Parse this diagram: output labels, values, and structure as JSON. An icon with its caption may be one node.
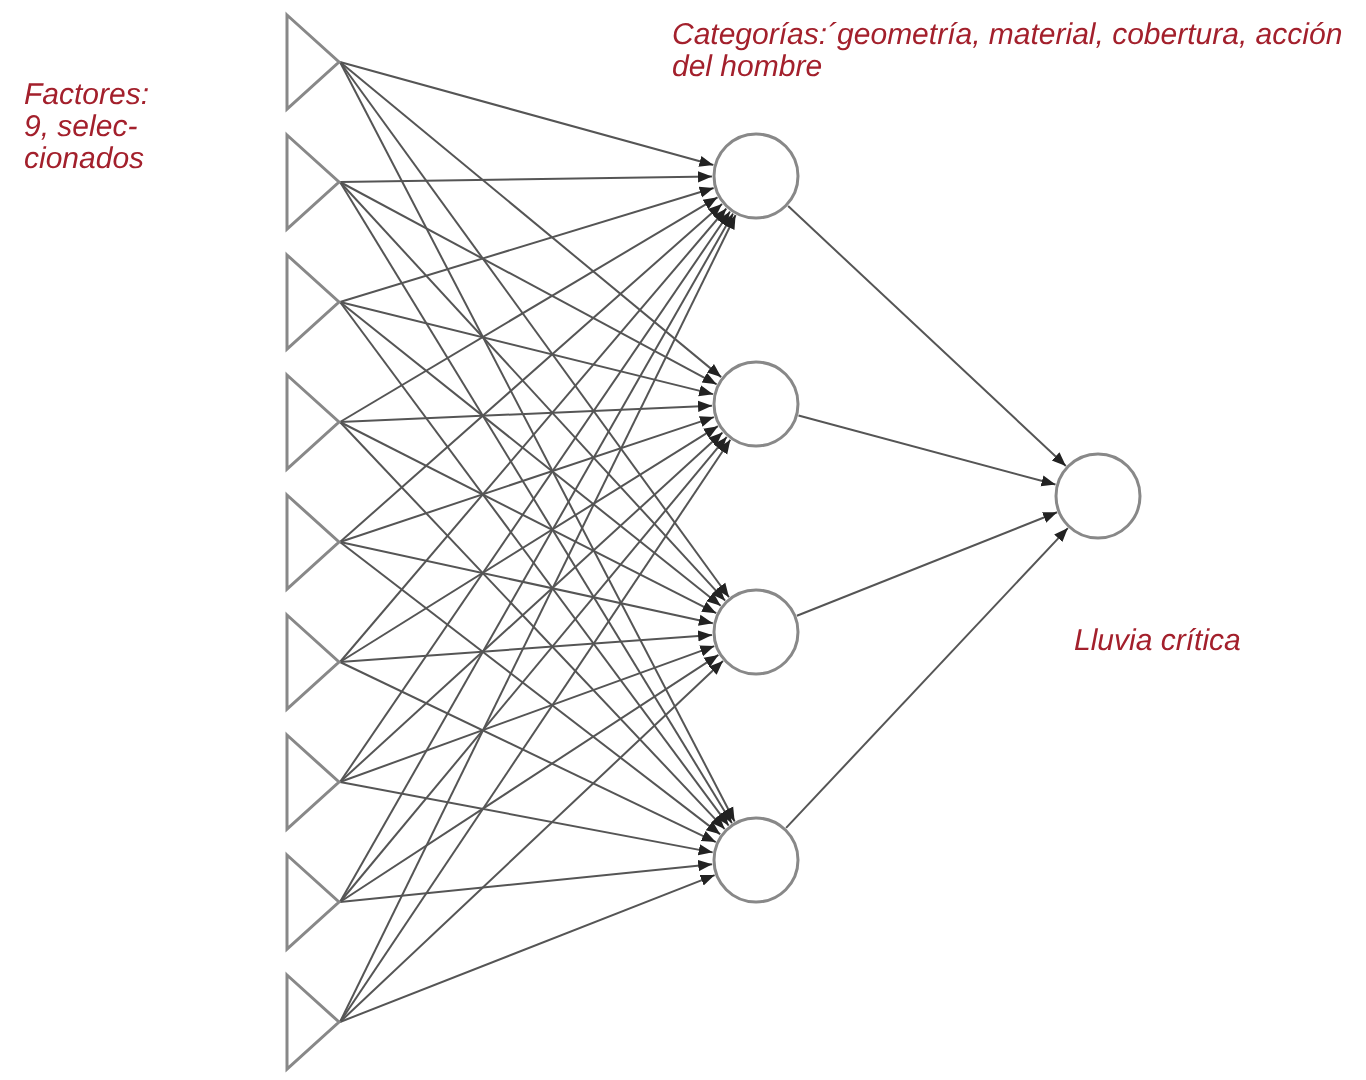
{
  "diagram": {
    "nodes": [
      {
        "text": [],
        "shape": "triangle"
      },
      {
        "text": [],
        "shape": "triangle"
      },
      {
        "text": [],
        "shape": "triangle"
      },
      {
        "text": [],
        "shape": "triangle"
      },
      {
        "text": [],
        "shape": "triangle"
      },
      {
        "text": [],
        "shape": "triangle"
      },
      {
        "text": [],
        "shape": "triangle"
      },
      {
        "text": [],
        "shape": "triangle"
      },
      {
        "text": [],
        "shape": "triangle"
      },
      {
        "text": [],
        "shape": "circle"
      },
      {
        "text": [],
        "shape": "circle"
      },
      {
        "text": [],
        "shape": "circle"
      },
      {
        "text": [],
        "shape": "circle"
      },
      {
        "text": [],
        "shape": "circle"
      }
    ],
    "edges": [
      {
        "from": 0,
        "to": 9,
        "arrow": "to"
      },
      {
        "from": 0,
        "to": 10,
        "arrow": "to"
      },
      {
        "from": 0,
        "to": 11,
        "arrow": "to"
      },
      {
        "from": 0,
        "to": 12,
        "arrow": "to"
      },
      {
        "from": 1,
        "to": 9,
        "arrow": "to"
      },
      {
        "from": 1,
        "to": 10,
        "arrow": "to"
      },
      {
        "from": 1,
        "to": 11,
        "arrow": "to"
      },
      {
        "from": 1,
        "to": 12,
        "arrow": "to"
      },
      {
        "from": 2,
        "to": 9,
        "arrow": "to"
      },
      {
        "from": 2,
        "to": 10,
        "arrow": "to"
      },
      {
        "from": 2,
        "to": 11,
        "arrow": "to"
      },
      {
        "from": 2,
        "to": 12,
        "arrow": "to"
      },
      {
        "from": 3,
        "to": 9,
        "arrow": "to"
      },
      {
        "from": 3,
        "to": 10,
        "arrow": "to"
      },
      {
        "from": 3,
        "to": 11,
        "arrow": "to"
      },
      {
        "from": 3,
        "to": 12,
        "arrow": "to"
      },
      {
        "from": 4,
        "to": 9,
        "arrow": "to"
      },
      {
        "from": 4,
        "to": 10,
        "arrow": "to"
      },
      {
        "from": 4,
        "to": 11,
        "arrow": "to"
      },
      {
        "from": 4,
        "to": 12,
        "arrow": "to"
      },
      {
        "from": 5,
        "to": 9,
        "arrow": "to"
      },
      {
        "from": 5,
        "to": 10,
        "arrow": "to"
      },
      {
        "from": 5,
        "to": 11,
        "arrow": "to"
      },
      {
        "from": 5,
        "to": 12,
        "arrow": "to"
      },
      {
        "from": 6,
        "to": 9,
        "arrow": "to"
      },
      {
        "from": 6,
        "to": 10,
        "arrow": "to"
      },
      {
        "from": 6,
        "to": 11,
        "arrow": "to"
      },
      {
        "from": 6,
        "to": 12,
        "arrow": "to"
      },
      {
        "from": 7,
        "to": 9,
        "arrow": "to"
      },
      {
        "from": 7,
        "to": 10,
        "arrow": "to"
      },
      {
        "from": 7,
        "to": 11,
        "arrow": "to"
      },
      {
        "from": 7,
        "to": 12,
        "arrow": "to"
      },
      {
        "from": 8,
        "to": 9,
        "arrow": "to"
      },
      {
        "from": 8,
        "to": 10,
        "arrow": "to"
      },
      {
        "from": 8,
        "to": 11,
        "arrow": "to"
      },
      {
        "from": 8,
        "to": 12,
        "arrow": "to"
      },
      {
        "from": 9,
        "to": 13,
        "arrow": "to"
      },
      {
        "from": 10,
        "to": 13,
        "arrow": "to"
      },
      {
        "from": 11,
        "to": 13,
        "arrow": "to"
      },
      {
        "from": 12,
        "to": 13,
        "arrow": "to"
      }
    ],
    "labels": [
      "Factores: 9, selec-cionados",
      "Categorías:´geometría, material, cobertura, acción del hombre",
      "Lluvia crítica"
    ]
  }
}
